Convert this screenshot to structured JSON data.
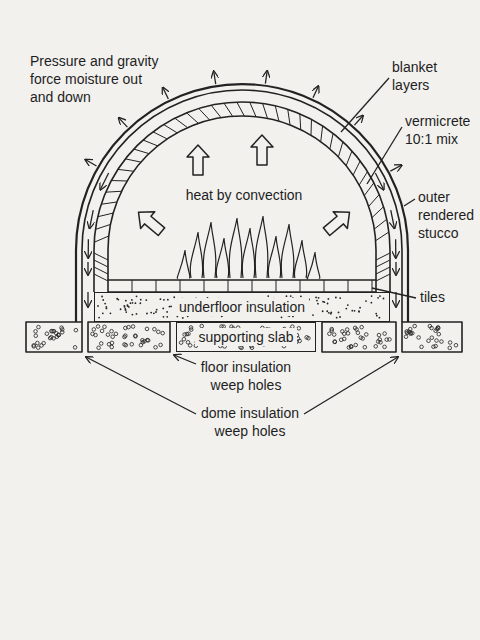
{
  "diagram": {
    "nodes": [
      {
        "text": [
          "underfloor insulation"
        ]
      },
      {
        "text": [
          "supporting slab"
        ]
      }
    ],
    "labels": [
      "Pressure and gravity force moisture out and down",
      "blanket layers",
      "vermicrete 10:1 mix",
      "outer rendered stucco",
      "heat by convection",
      "tiles",
      "floor insulation weep holes",
      "dome insulation weep holes"
    ]
  }
}
